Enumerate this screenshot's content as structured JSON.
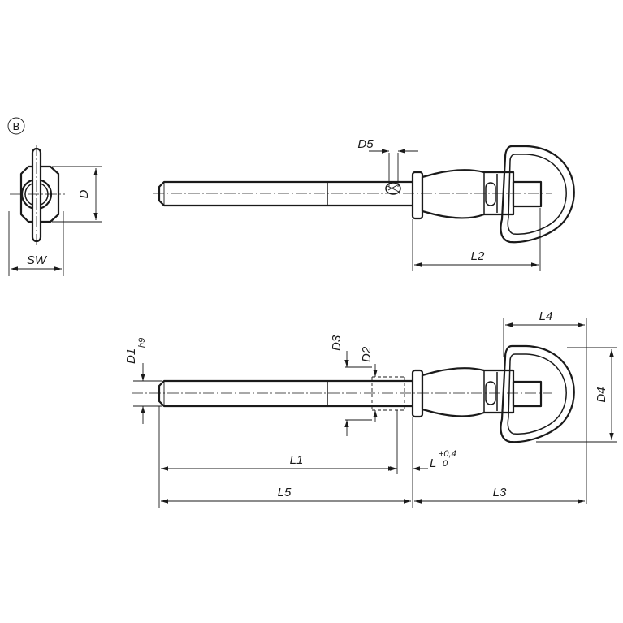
{
  "view": {
    "label": "B"
  },
  "dimensions": {
    "d": "D",
    "sw": "SW",
    "d5": "D5",
    "l2": "L2",
    "l4": "L4",
    "d1": "D1",
    "d1_tol": "h9",
    "d3": "D3",
    "d2": "D2",
    "d4": "D4",
    "l1": "L1",
    "l": "L",
    "l_tol_upper": "+0,4",
    "l_tol_lower": "0",
    "l5": "L5",
    "l3": "L3"
  }
}
